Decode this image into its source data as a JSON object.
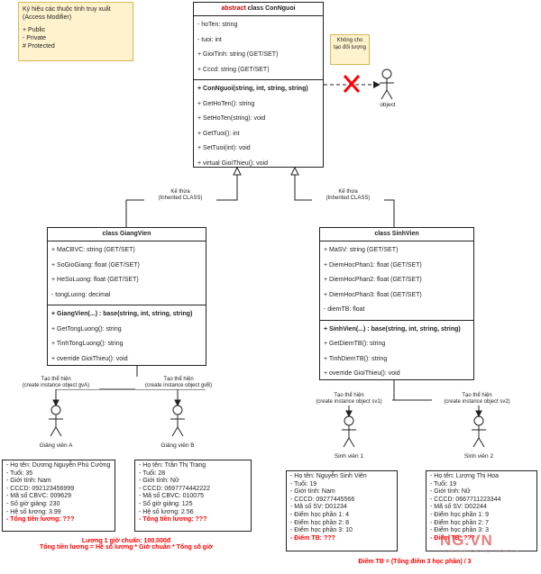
{
  "note_access": {
    "title": "Ký hiệu các thuộc tính truy xuất (Access Modifier)",
    "lines": [
      "+ Public",
      "-  Private",
      "# Protected"
    ]
  },
  "note_no_instance": "Không cho tạo đối tượng",
  "con_nguoi": {
    "keyword": "abstract",
    "title": "class ConNguoi",
    "attributes": [
      "- hoTen: string",
      "- tuoi: int",
      "+ GioiTinh: string (GET/SET)",
      "+ Cccd: string (GET/SET)"
    ],
    "methods": [
      "+ ConNguoi(string, int, string, string)",
      "+ GetHoTen(): string",
      "+ SetHoTen(string): void",
      "+ GetTuoi(): int",
      "+ SetTuoi(int): void",
      "+ virtual GioiThieu(): void"
    ]
  },
  "object_label": "object",
  "inherit_left": {
    "line1": "Kế thừa",
    "line2": "(Inherited CLASS)"
  },
  "inherit_right": {
    "line1": "Kế thừa",
    "line2": "(Inherited CLASS)"
  },
  "giang_vien": {
    "title": "class GiangVien",
    "attributes": [
      "+ MaCBVC: string (GET/SET)",
      "+ SoGioGiang: float (GET/SET)",
      "+ HeSoLuong: float (GET/SET)",
      "- tongLuong: decimal"
    ],
    "methods": [
      "+ GiangVien(...) : base(string, int, string, string)",
      "+ GetTongLuong(): string",
      "+ TinhTongLuong(): string",
      "+ override GioiThieu(): void"
    ]
  },
  "sinh_vien": {
    "title": "class SinhVien",
    "attributes": [
      "+ MaSV: string (GET/SET)",
      "+ DiemHocPhan1: float (GET/SET)",
      "+ DiemHocPhan2: float (GET/SET)",
      "+ DiemHocPhan3: float (GET/SET)",
      "- diemTB: float"
    ],
    "methods": [
      "+ SinhVien(...) : base(string, int, string, string)",
      "+ GetDiemTB(): string",
      "+ TinhDiemTB(): string",
      "+ override GioiThieu(): void"
    ]
  },
  "instance_gva": {
    "line1": "Tạo thể hiện",
    "line2": "(create instance object gvA)"
  },
  "instance_gvb": {
    "line1": "Tạo thể hiện",
    "line2": "(create instance object gvB)"
  },
  "instance_sv1": {
    "line1": "Tạo thể hiện",
    "line2": "(create instance object sv1)"
  },
  "instance_sv2": {
    "line1": "Tạo thể hiện",
    "line2": "(create instance object sv2)"
  },
  "actor_gva": "Giảng viên A",
  "actor_gvb": "Giảng viên B",
  "actor_sv1": "Sinh viên 1",
  "actor_sv2": "Sinh viên 2",
  "obj_gva": {
    "lines": [
      "- Họ tên: Dương Nguyễn Phú Cường",
      "- Tuổi: 35",
      "- Giới tính: Nam",
      "- CCCD: 092123456999",
      "- Mã số CBVC: 009629",
      "- Số giờ giảng: 230",
      "- Hệ số lương: 3.99"
    ],
    "highlight": "- Tổng tiền lương: ???"
  },
  "obj_gvb": {
    "lines": [
      "- Họ tên: Trần Thị Trang",
      "- Tuổi: 28",
      "- Giới tính: Nữ",
      "- CCCD: 0697774442222",
      "- Mã số CBVC: 010075",
      "- Số giờ giảng: 125",
      "- Hệ số lương: 2.56"
    ],
    "highlight": "- Tổng tiền lương: ???"
  },
  "obj_sv1": {
    "lines": [
      "- Họ tên: Nguyễn Sinh Viên",
      "- Tuổi: 19",
      "- Giới tính: Nam",
      "- CCCD: 09277445566",
      "- Mã số SV: D01234",
      "- Điểm học phần 1: 4",
      "- Điểm học phần 2: 8",
      "- Điểm học phần 3: 10"
    ],
    "highlight": "- Điểm TB: ???"
  },
  "obj_sv2": {
    "lines": [
      "- Họ tên: Lương Thị Hoa",
      "- Tuổi: 19",
      "- Giới tính: Nữ",
      "- CCCD: 0667711223344",
      "- Mã số SV: D02244",
      "- Điểm học phần 1: 9",
      "- Điểm học phần 2: 7",
      "- Điểm học phần 3: 3"
    ],
    "highlight": "- Điểm TB: ???"
  },
  "formula_salary": {
    "line1": "Lương 1 giờ chuẩn: 100.000đ",
    "line2": "Tổng tiền lương = Hệ số lương * Giờ chuẩn * Tổng số giờ"
  },
  "formula_score": "Điểm TB = (Tổng điểm 3 học phần) / 3",
  "watermark": {
    "logo": "NG.VN",
    "sub": "GIẢI PHÁP CHO MỌI TƯƠNG LAI"
  }
}
